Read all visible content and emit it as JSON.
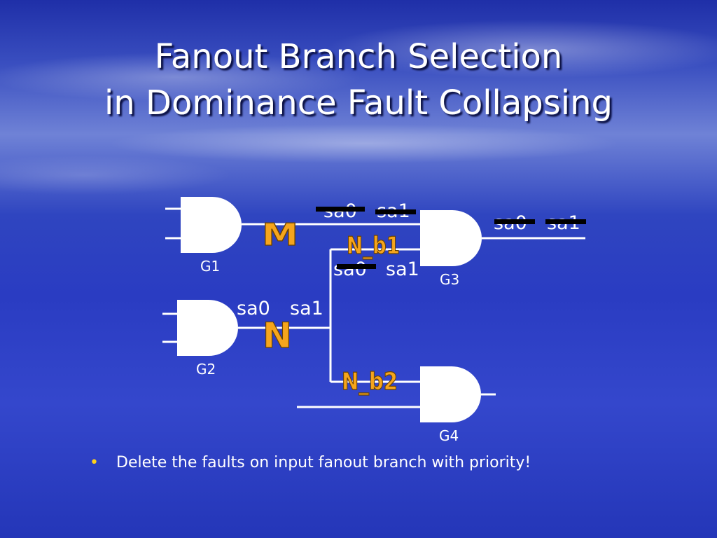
{
  "title": {
    "line1": "Fanout Branch Selection",
    "line2": "in Dominance Fault Collapsing"
  },
  "diagram": {
    "gates": {
      "g1": "G1",
      "g2": "G2",
      "g3": "G3",
      "g4": "G4"
    },
    "line_labels": {
      "m": "M",
      "n": "N",
      "n_b1": "N_b1",
      "n_b2": "N_b2"
    },
    "faults": {
      "m_sa0": "sa0",
      "m_sa1": "sa1",
      "g3_out_sa0": "sa0",
      "g3_out_sa1": "sa1",
      "nb1_sa0": "sa0",
      "nb1_sa1": "sa1",
      "n_sa0": "sa0",
      "n_sa1": "sa1"
    }
  },
  "bullets": [
    {
      "symbol": "•",
      "text": "Delete the faults on input fanout branch with priority!"
    }
  ],
  "colors": {
    "label_orange": "#f6a51c",
    "bullet_yellow": "#ffd21a",
    "background_blue": "#2a3cc2"
  }
}
